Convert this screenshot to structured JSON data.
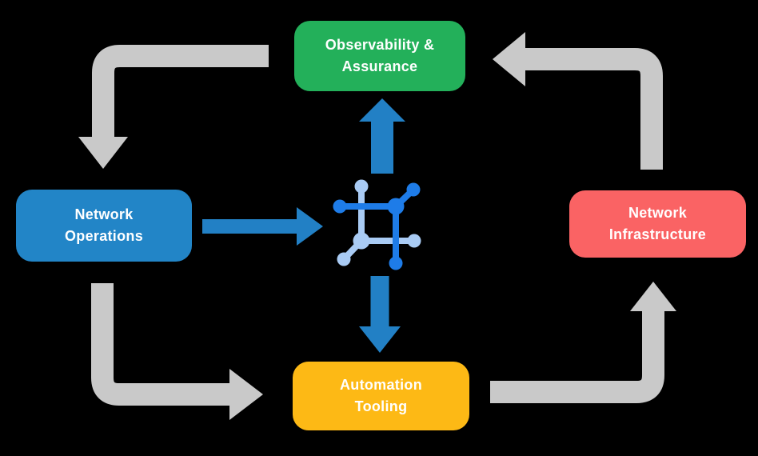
{
  "diagram": {
    "name": "network-automation-lifecycle-diagram",
    "background": "#000000",
    "boxes": {
      "observability": {
        "line1": "Observability &",
        "line2": "Assurance",
        "color": "#23B05A",
        "text_color": "#FFFFFF"
      },
      "operations": {
        "line1": "Network",
        "line2": "Operations",
        "color": "#2285C7",
        "text_color": "#FFFFFF"
      },
      "infrastructure": {
        "line1": "Network",
        "line2": "Infrastructure",
        "color": "#FA6364",
        "text_color": "#FFFFFF"
      },
      "automation": {
        "line1": "Automation",
        "line2": "Tooling",
        "color": "#FDB915",
        "text_color": "#FFFFFF"
      }
    },
    "colors": {
      "cycle_arrow": "#C9C9C9",
      "flow_arrow": "#2280C5",
      "icon_dark": "#1E7CE8",
      "icon_light": "#A9CBF4"
    },
    "icon": {
      "name": "network-mesh-icon"
    }
  }
}
